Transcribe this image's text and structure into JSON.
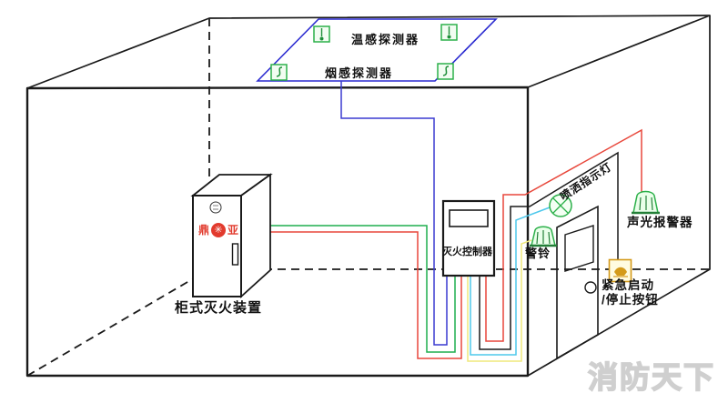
{
  "watermark": "消防天下",
  "ceiling": {
    "heat_detector_label": "温感探测器",
    "smoke_detector_label": "烟感探测器"
  },
  "cabinet": {
    "label": "柜式灭火装置",
    "brand_left": "鼎",
    "brand_emblem": "✳",
    "brand_right": "亚"
  },
  "controller": {
    "label": "灭火控制器"
  },
  "wall_devices": {
    "spray_indicator_label": "喷洒指示灯",
    "alarm_bell_label": "警铃",
    "sound_light_alarm_label": "声光报警器",
    "emergency_button_label_line1": "紧急启动",
    "emergency_button_label_line2": "/停止按钮"
  },
  "icons": {
    "heat_detector": "square-with-probe-dot",
    "smoke_detector": "square-with-s-curve",
    "spray_indicator": "crossed-circle-lamp",
    "alarm_bell": "bell-trapezoid",
    "sound_light_alarm": "siren-trapezoid",
    "emergency_button": "orange-square-button"
  },
  "colors": {
    "line_black": "#1a1a1a",
    "zone_blue": "#2a2ad0",
    "wire_blue": "#3a3ad0",
    "wire_green": "#1fae4e",
    "wire_red": "#e8473b",
    "wire_cyan": "#4ec8ec",
    "wire_yellow": "#efe87c",
    "wire_black": "#1a1a1a",
    "device_green": "#2cb04a",
    "button_orange": "#d49a1a",
    "brand_red": "#e23b2e",
    "watermark_gray": "#cfcfcf"
  }
}
